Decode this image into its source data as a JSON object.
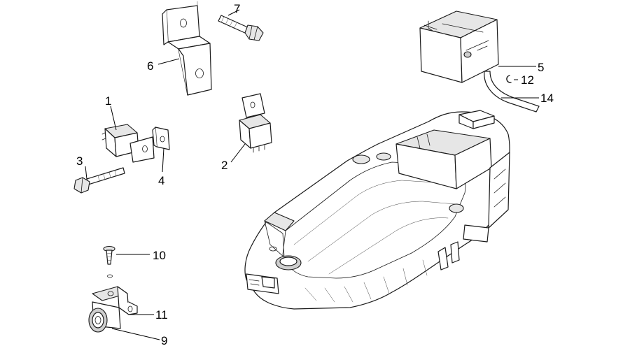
{
  "callouts": [
    {
      "id": "1",
      "label": "1"
    },
    {
      "id": "2",
      "label": "2"
    },
    {
      "id": "3",
      "label": "3"
    },
    {
      "id": "4",
      "label": "4"
    },
    {
      "id": "5",
      "label": "5"
    },
    {
      "id": "6",
      "label": "6"
    },
    {
      "id": "7",
      "label": "7"
    },
    {
      "id": "9",
      "label": "9"
    },
    {
      "id": "10",
      "label": "10"
    },
    {
      "id": "11",
      "label": "11"
    },
    {
      "id": "12",
      "label": "12"
    },
    {
      "id": "14",
      "label": "14"
    }
  ],
  "parts": [
    {
      "name": "relay-with-bracket",
      "callout": "1"
    },
    {
      "name": "relay",
      "callout": "2"
    },
    {
      "name": "bolt",
      "callout": "3"
    },
    {
      "name": "mounting-clip",
      "callout": "4"
    },
    {
      "name": "battery",
      "callout": "5"
    },
    {
      "name": "bracket",
      "callout": "6"
    },
    {
      "name": "bolt",
      "callout": "7"
    },
    {
      "name": "switch-assembly",
      "callout": "9"
    },
    {
      "name": "screw",
      "callout": "10"
    },
    {
      "name": "switch-bracket",
      "callout": "11"
    },
    {
      "name": "clip",
      "callout": "12"
    },
    {
      "name": "vent-hose",
      "callout": "14"
    },
    {
      "name": "helmet-compartment-body",
      "callout": ""
    }
  ]
}
